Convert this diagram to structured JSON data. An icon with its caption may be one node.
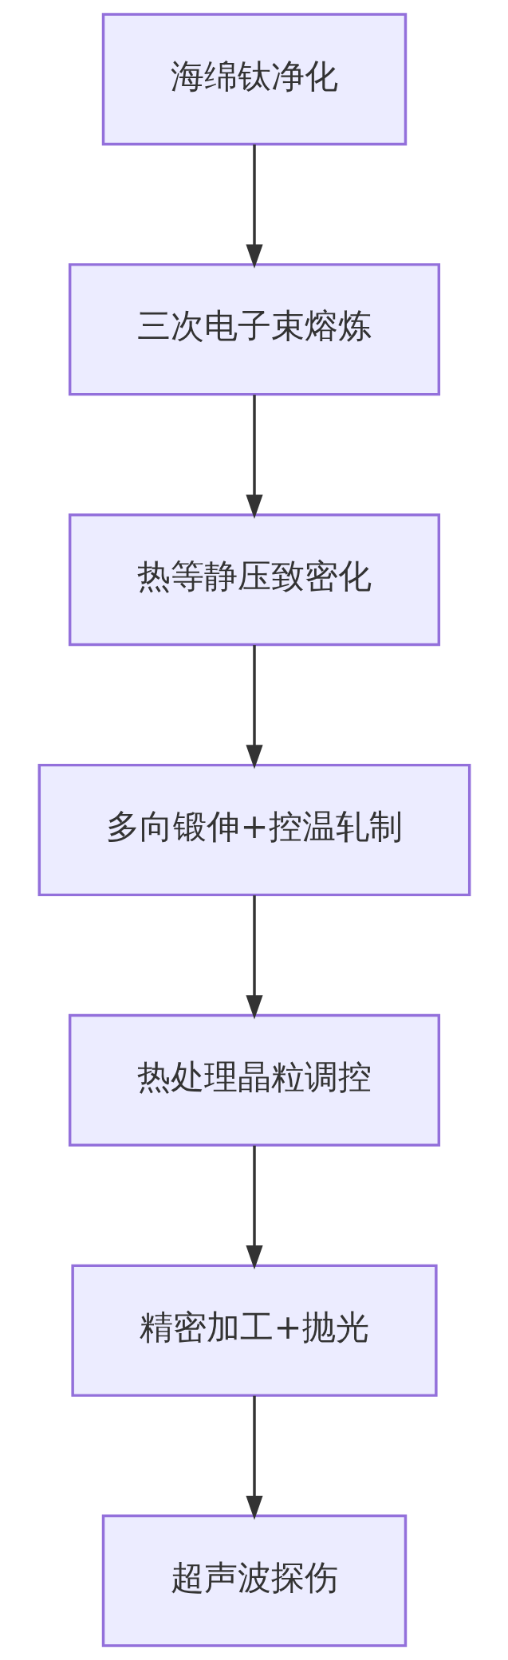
{
  "diagram": {
    "nodes": [
      {
        "text": [
          "海绵钛净化"
        ]
      },
      {
        "text": [
          "三次电子束熔炼"
        ]
      },
      {
        "text": [
          "热等静压致密化"
        ]
      },
      {
        "text": [
          "多向锻伸+控温轧制"
        ]
      },
      {
        "text": [
          "热处理晶粒调控"
        ]
      },
      {
        "text": [
          "精密加工+抛光"
        ]
      },
      {
        "text": [
          "超声波探伤"
        ]
      }
    ],
    "edges": [
      {
        "from": 0,
        "to": 1,
        "arrow": "to"
      },
      {
        "from": 1,
        "to": 2,
        "arrow": "to"
      },
      {
        "from": 2,
        "to": 3,
        "arrow": "to"
      },
      {
        "from": 3,
        "to": 4,
        "arrow": "to"
      },
      {
        "from": 4,
        "to": 5,
        "arrow": "to"
      },
      {
        "from": 5,
        "to": 6,
        "arrow": "to"
      }
    ]
  }
}
